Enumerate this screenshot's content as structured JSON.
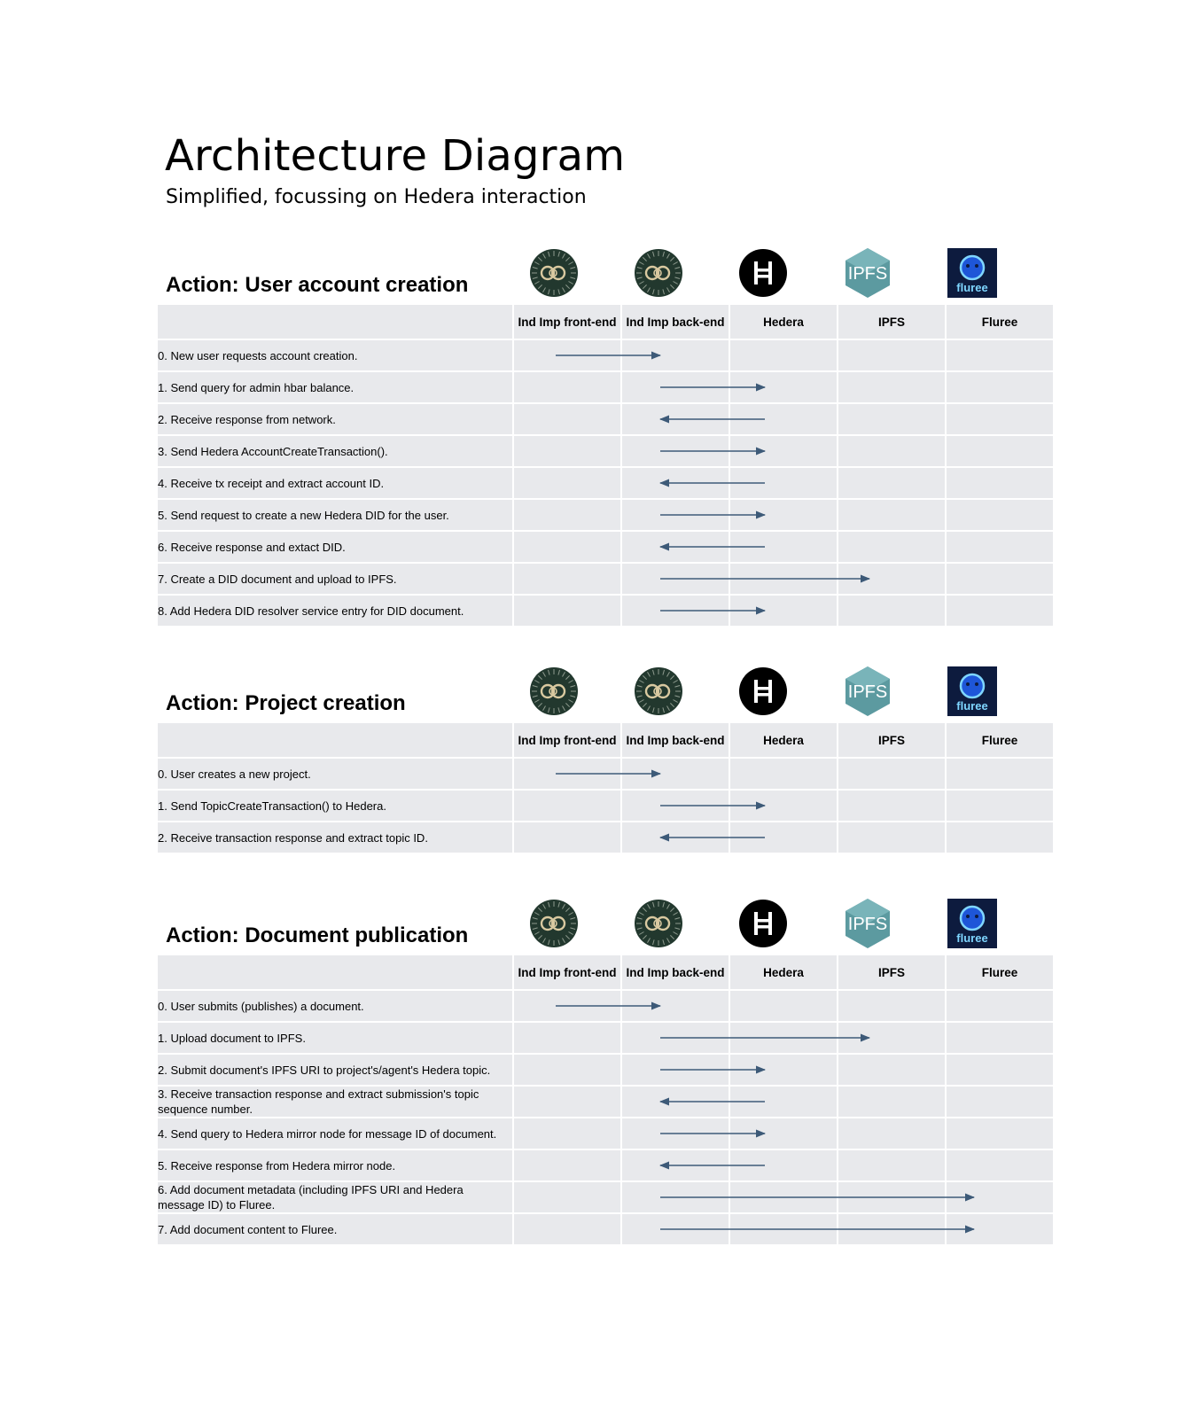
{
  "title": "Architecture Diagram",
  "subtitle": "Simplified, focussing on Hedera interaction",
  "columns": [
    "Ind Imp front-end",
    "Ind Imp back-end",
    "Hedera",
    "IPFS",
    "Fluree"
  ],
  "logos": [
    {
      "name": "ind-imp-logo",
      "color": "#22382e"
    },
    {
      "name": "ind-imp-logo",
      "color": "#22382e"
    },
    {
      "name": "hedera-logo",
      "color": "#000000",
      "text": "H"
    },
    {
      "name": "ipfs-logo",
      "color": "#5c9aa0",
      "text": "IPFS"
    },
    {
      "name": "fluree-logo",
      "color": "#0d1b3e",
      "text": "fluree"
    }
  ],
  "arrow_color": "#3d5a78",
  "sections": [
    {
      "title": "Action: User account creation",
      "steps": [
        {
          "text": "0. New user requests account creation.",
          "from": 0,
          "to": 1
        },
        {
          "text": "1. Send query for admin hbar balance.",
          "from": 1,
          "to": 2
        },
        {
          "text": "2. Receive response from network.",
          "from": 2,
          "to": 1
        },
        {
          "text": "3. Send Hedera AccountCreateTransaction().",
          "from": 1,
          "to": 2
        },
        {
          "text": "4. Receive tx receipt and extract account ID.",
          "from": 2,
          "to": 1
        },
        {
          "text": "5. Send request to create a new Hedera DID for the user.",
          "from": 1,
          "to": 2
        },
        {
          "text": "6. Receive response and extact DID.",
          "from": 2,
          "to": 1
        },
        {
          "text": "7. Create a DID document and upload to IPFS.",
          "from": 1,
          "to": 3
        },
        {
          "text": "8. Add Hedera DID resolver service entry for DID document.",
          "from": 1,
          "to": 2
        }
      ]
    },
    {
      "title": "Action: Project creation",
      "steps": [
        {
          "text": "0. User creates a new project.",
          "from": 0,
          "to": 1
        },
        {
          "text": "1. Send TopicCreateTransaction() to Hedera.",
          "from": 1,
          "to": 2
        },
        {
          "text": "2. Receive transaction response and extract topic ID.",
          "from": 2,
          "to": 1
        }
      ]
    },
    {
      "title": "Action: Document publication",
      "steps": [
        {
          "text": "0. User submits (publishes) a document.",
          "from": 0,
          "to": 1
        },
        {
          "text": "1. Upload document to IPFS.",
          "from": 1,
          "to": 3
        },
        {
          "text": "2. Submit document's IPFS URI to project's/agent's Hedera topic.",
          "from": 1,
          "to": 2
        },
        {
          "text": "3. Receive transaction response and extract submission's topic sequence number.",
          "from": 2,
          "to": 1
        },
        {
          "text": "4. Send query to Hedera mirror node for message ID of document.",
          "from": 1,
          "to": 2
        },
        {
          "text": "5. Receive response from Hedera mirror node.",
          "from": 2,
          "to": 1
        },
        {
          "text": "6. Add document metadata (including IPFS URI and Hedera message ID) to Fluree.",
          "from": 1,
          "to": 4
        },
        {
          "text": "7. Add document content to Fluree.",
          "from": 1,
          "to": 4
        }
      ]
    }
  ]
}
